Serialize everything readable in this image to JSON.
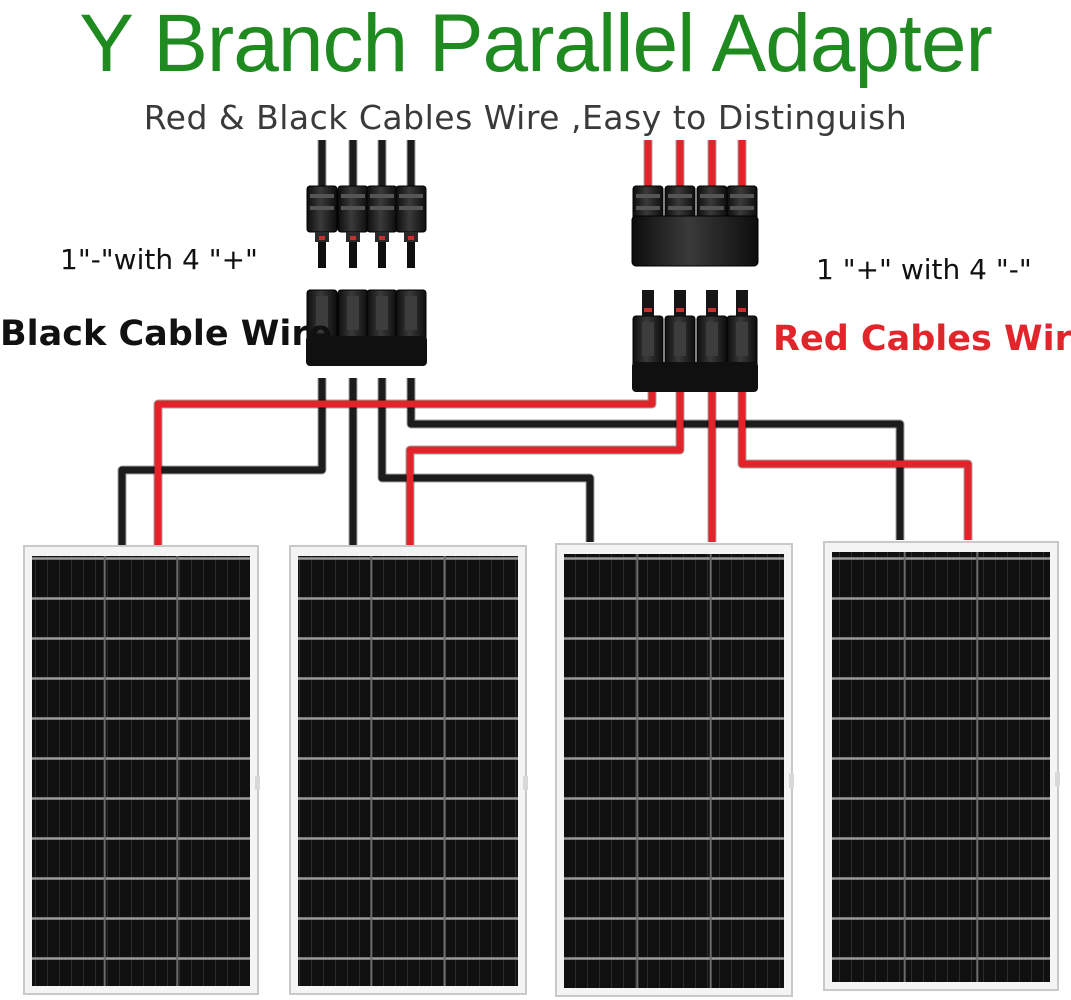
{
  "header": {
    "title": "Y Branch Parallel Adapter",
    "subtitle": "Red & Black Cables Wire ,Easy to Distinguish"
  },
  "labels": {
    "left_connector": "1\"-\"with 4 \"+\"",
    "right_connector": "1 \"+\" with 4 \"-\"",
    "black_cable": "Black Cable Wire",
    "red_cable": "Red Cables Wire"
  },
  "colors": {
    "title": "#1f8a1f",
    "subtitle": "#3a3a3a",
    "label": "#111111",
    "red_label": "#e0262b",
    "red_wire": "#e3232a",
    "black_wire": "#1c1c1c",
    "panel_cell": "#121212",
    "panel_frame": "#c9c9c9"
  },
  "icons": {
    "panel": "solar-panel-icon",
    "connector": "mc4-branch-connector-icon"
  }
}
